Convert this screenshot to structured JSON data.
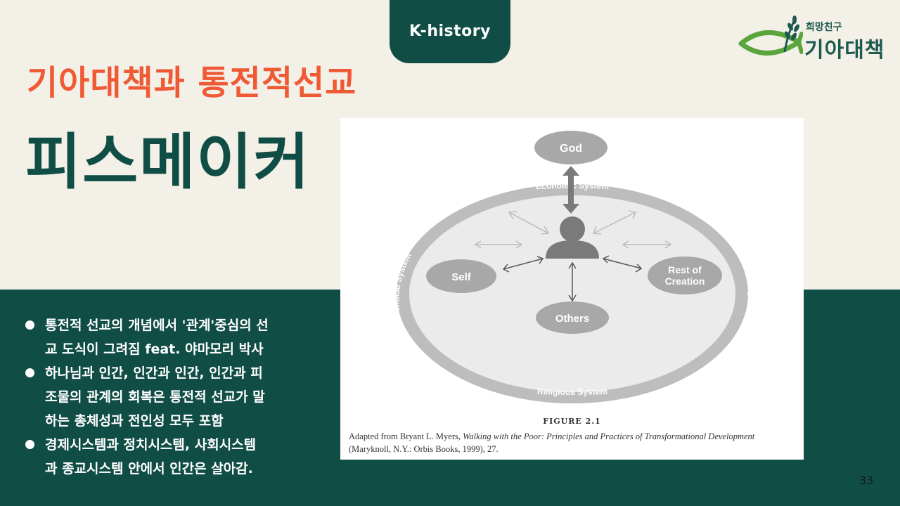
{
  "tab": {
    "label": "K-history"
  },
  "logo": {
    "small_text": "희망친구",
    "big_text": "기아대책"
  },
  "subtitle": "기아대책과 통전적선교",
  "title": "피스메이커",
  "bullets": [
    {
      "line1": "통전적 선교의 개념에서 '관계'중심의 선",
      "line2": "교 도식이 그려짐 feat. 야마모리 박사"
    },
    {
      "line1": "하나님과 인간, 인간과 인간, 인간과 피",
      "line2": "조물의 관계의 회복은 통전적 선교가 말",
      "line3": "하는 총체성과 전인성 모두 포함"
    },
    {
      "line1": "경제시스템과  정치시스템,  사회시스템",
      "line2": "과 종교시스템 안에서 인간은 살아감."
    }
  ],
  "figure": {
    "labels": {
      "god": "God",
      "economic": "Economic System",
      "social": "Social System",
      "political": "Political System",
      "religious": "Religious System",
      "self": "Self",
      "rest_line1": "Rest of",
      "rest_line2": "Creation",
      "others": "Others"
    },
    "caption_title": "FIGURE 2.1",
    "caption_pre": "Adapted from Bryant L. Myers, ",
    "caption_italic": "Walking with the Poor: Principles and Practices of Transformational Development",
    "caption_line2": "(Maryknoll, N.Y.: Orbis Books, 1999), 27."
  },
  "page_number": "33",
  "colors": {
    "dark_green": "#0f4d45",
    "orange": "#ef5a34",
    "cream": "#f3f0e8",
    "logo_green": "#5aa63c"
  }
}
